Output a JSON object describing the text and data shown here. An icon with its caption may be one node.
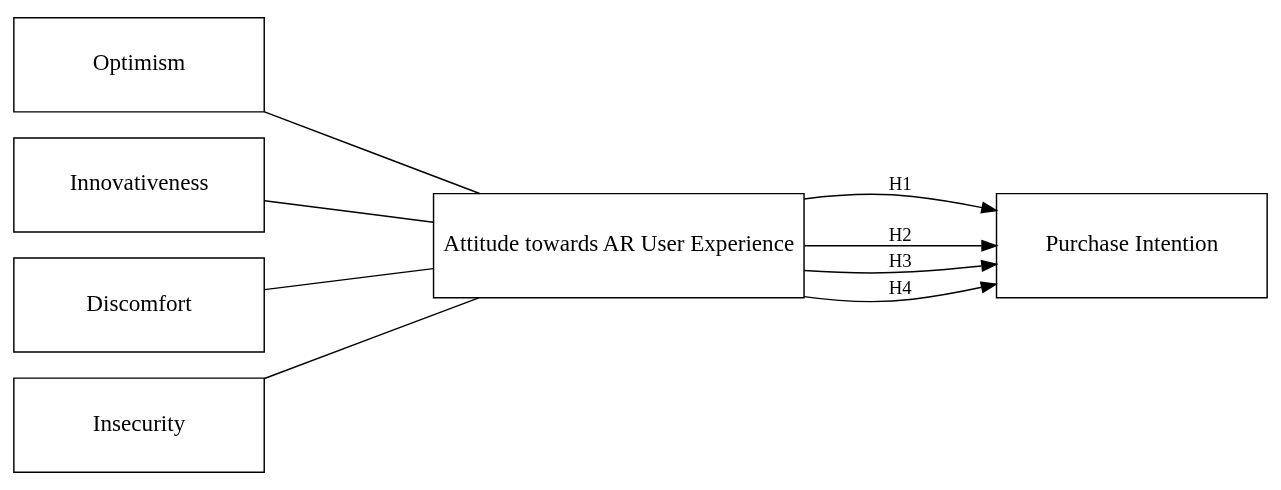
{
  "diagram": {
    "nodes": [
      {
        "text": [
          "Optimism"
        ]
      },
      {
        "text": [
          "Innovativeness"
        ]
      },
      {
        "text": [
          "Discomfort"
        ]
      },
      {
        "text": [
          "Insecurity"
        ]
      },
      {
        "text": [
          "Attitude towards AR User Experience"
        ]
      },
      {
        "text": [
          "Purchase Intention"
        ]
      }
    ],
    "edges": [
      {
        "from": 0,
        "to": 4,
        "arrow": "none"
      },
      {
        "from": 1,
        "to": 4,
        "arrow": "none"
      },
      {
        "from": 2,
        "to": 4,
        "arrow": "none"
      },
      {
        "from": 3,
        "to": 4,
        "arrow": "none"
      },
      {
        "from": 4,
        "to": 5,
        "arrow": "to",
        "label": "H1"
      },
      {
        "from": 4,
        "to": 5,
        "arrow": "to",
        "label": "H2"
      },
      {
        "from": 4,
        "to": 5,
        "arrow": "to",
        "label": "H3"
      },
      {
        "from": 4,
        "to": 5,
        "arrow": "to",
        "label": "H4"
      }
    ]
  }
}
